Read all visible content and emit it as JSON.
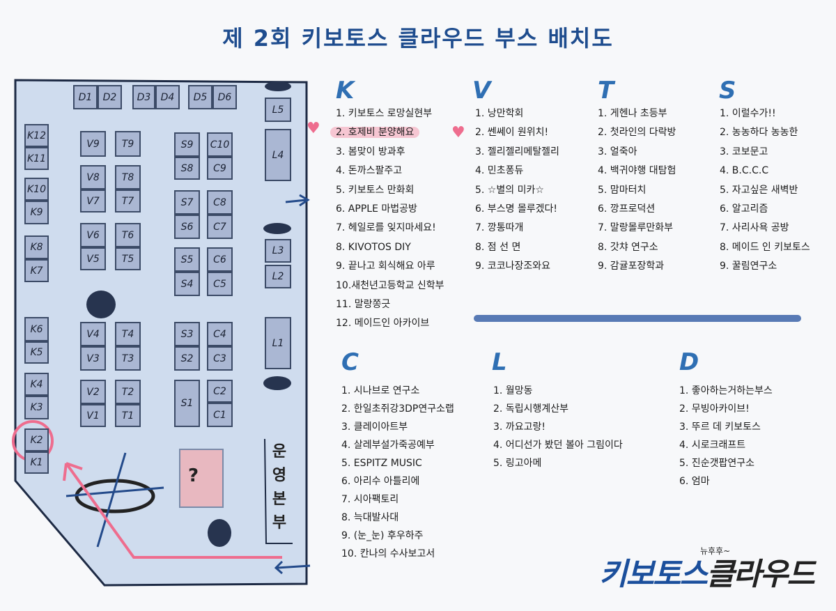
{
  "title": "제 2회 키보토스 클라우드 부스 배치도",
  "map": {
    "booths": [
      "D1",
      "D2",
      "D3",
      "D4",
      "D5",
      "D6",
      "K12",
      "K11",
      "K10",
      "K9",
      "K8",
      "K7",
      "K6",
      "K5",
      "K4",
      "K3",
      "K2",
      "K1",
      "V9",
      "V8",
      "V7",
      "V6",
      "V5",
      "V4",
      "V3",
      "V2",
      "V1",
      "T9",
      "T8",
      "T7",
      "T6",
      "T5",
      "T4",
      "T3",
      "T2",
      "T1",
      "S9",
      "S8",
      "S7",
      "S6",
      "S5",
      "S4",
      "S3",
      "S2",
      "S1",
      "C10",
      "C9",
      "C8",
      "C7",
      "C6",
      "C5",
      "C4",
      "C3",
      "C2",
      "C1",
      "L5",
      "L4",
      "L3",
      "L2",
      "L1"
    ],
    "mystery": "?",
    "hq": "운영본부",
    "highlight_booth": "K2",
    "colors": {
      "booth": "#aab7d3",
      "highlight": "#ee6d8e",
      "mystery": "#e8b8c0"
    }
  },
  "sections": {
    "K": {
      "heading": "K",
      "items": [
        "1. 키보토스 로망실현부",
        "2. 호제비 분양해요",
        "3. 봄맞이 방과후",
        "4. 돈까스팔주고",
        "5. 키보토스 만화회",
        "6. APPLE 마법공방",
        "7. 헤일로를 잊지마세요!",
        "8. KIVOTOS DIY",
        "9. 끝나고 회식해요 아루",
        "10.새천년고등학교 신학부",
        "11. 말랑쫑긋",
        "12. 메이드인 아카이브"
      ]
    },
    "V": {
      "heading": "V",
      "items": [
        "1. 낭만학회",
        "2. 쎈쎄이 원위치!",
        "3. 젤리젤리메탈젤리",
        "4. 민초퐁듀",
        "5. ☆별의 미카☆",
        "6. 부스명 몰루겠다!",
        "7. 깡통따개",
        "8. 점 선 면",
        "9. 코코나장조와요"
      ]
    },
    "T": {
      "heading": "T",
      "items": [
        "1. 게헨나 초등부",
        "2. 첫라인의 다락방",
        "3. 얼죽아",
        "4. 백귀야행 대탐험",
        "5. 맘마터치",
        "6. 깡프로덕션",
        "7. 말랑몰루만화부",
        "8. 갓챠 연구소",
        "9. 감귤포장학과"
      ]
    },
    "S": {
      "heading": "S",
      "items": [
        "1. 이럴수가!!",
        "2. 농농하다 농농한",
        "3. 코보문고",
        "4. B.C.C.C",
        "5. 자고싶은 새벽반",
        "6. 알고리즘",
        "7. 사리사욕 공방",
        "8. 메이드 인 키보토스",
        "9. 꿀림연구소"
      ]
    },
    "C": {
      "heading": "C",
      "items": [
        "1. 시나브로 연구소",
        "2. 한일초쥐강3DP연구소랩",
        "3. 클레이아트부",
        "4. 살레부설가죽공예부",
        "5. ESPITZ MUSIC",
        "6. 아리수 아틀리에",
        "7. 시아팩토리",
        "8. 늑대발사대",
        "9. (눈_눈) 후우하주",
        "10. 칸나의 수사보고서"
      ]
    },
    "L": {
      "heading": "L",
      "items": [
        "1. 월망동",
        "2. 독립시행계산부",
        "3. 까요고랑!",
        "4. 어디선가 봤던 볼아 그림이다",
        "5. 링고아메"
      ]
    },
    "D": {
      "heading": "D",
      "items": [
        "1. 좋아하는거하는부스",
        "2. 무빙아카이브!",
        "3. 뚜르 데 키보토스",
        "4. 시로크래프트",
        "5. 진순갯팝연구소",
        "6. 엄마"
      ]
    }
  },
  "logo": {
    "tagline": "뉴후후~",
    "part1": "키보토스",
    "part2": "클라우드"
  }
}
